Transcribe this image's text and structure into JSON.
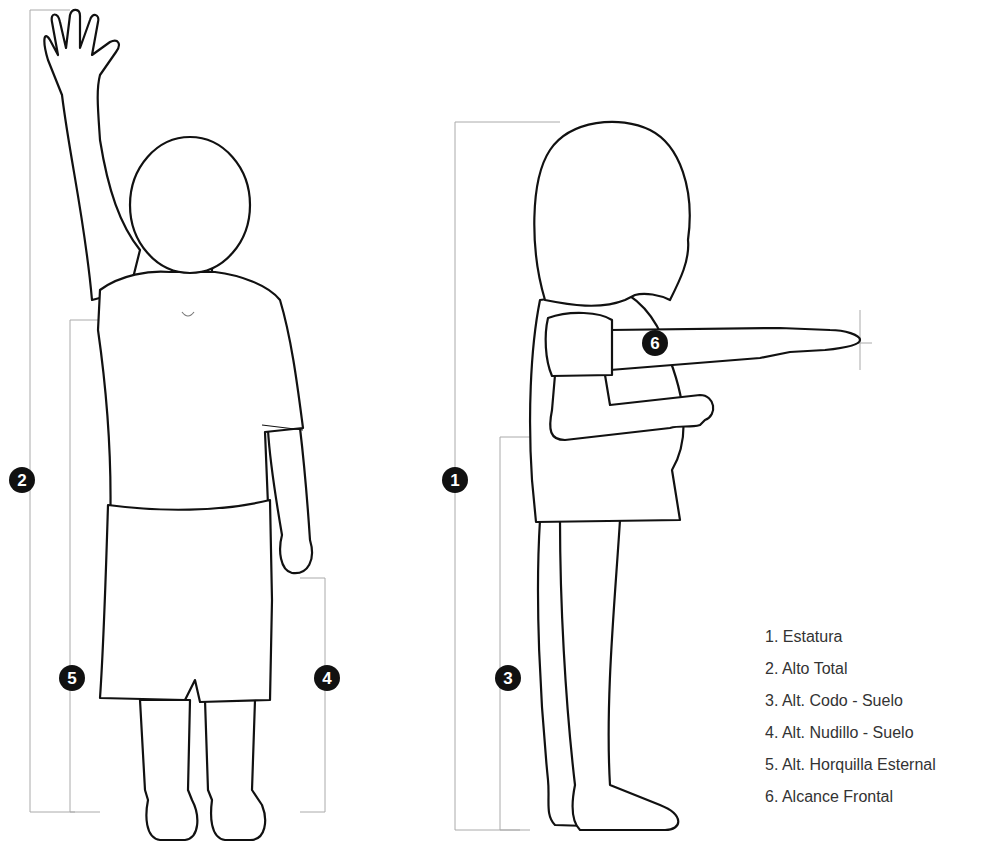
{
  "diagram": {
    "nodes": [
      {
        "text": [
          "2"
        ]
      },
      {
        "text": [
          "5"
        ]
      },
      {
        "text": [
          "4"
        ]
      },
      {
        "text": [
          "1"
        ]
      },
      {
        "text": [
          "3"
        ]
      },
      {
        "text": [
          "6"
        ]
      }
    ],
    "labels": [
      "1. Estatura",
      "2. Alto Total",
      "3. Alt. Codo - Suelo",
      "4. Alt. Nudillo - Suelo",
      "5. Alt. Horquilla Esternal",
      "6. Alcance Frontal"
    ]
  }
}
